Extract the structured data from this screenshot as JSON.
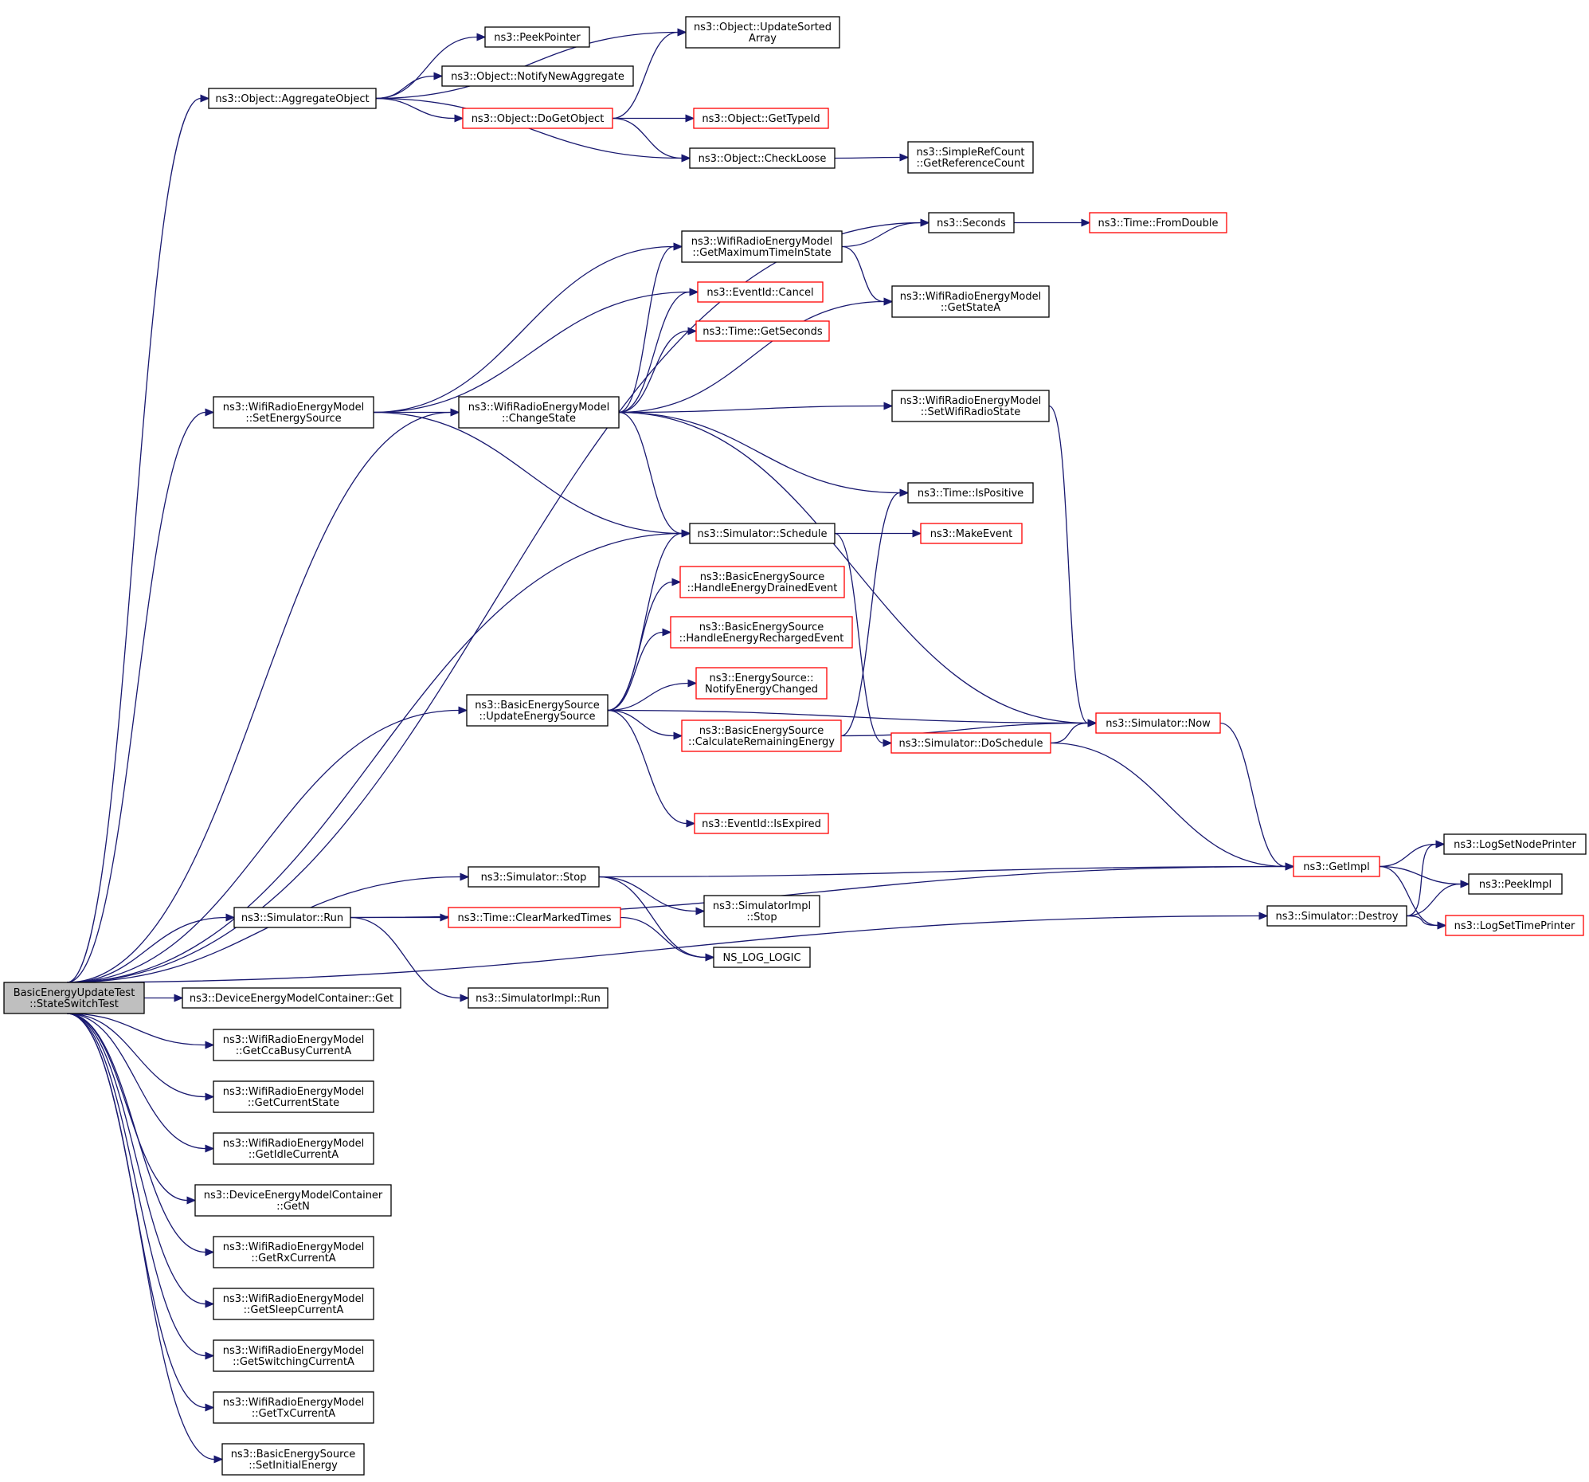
{
  "nodes": [
    {
      "id": "root",
      "lines": [
        "BasicEnergyUpdateTest",
        "::StateSwitchTest"
      ],
      "kind": "root"
    },
    {
      "id": "aggregate",
      "lines": [
        "ns3::Object::AggregateObject"
      ],
      "kind": "normal"
    },
    {
      "id": "peekptr",
      "lines": [
        "ns3::PeekPointer"
      ],
      "kind": "normal"
    },
    {
      "id": "notifyagg",
      "lines": [
        "ns3::Object::NotifyNewAggregate"
      ],
      "kind": "normal"
    },
    {
      "id": "updsorted",
      "lines": [
        "ns3::Object::UpdateSorted",
        "Array"
      ],
      "kind": "normal"
    },
    {
      "id": "dogetobj",
      "lines": [
        "ns3::Object::DoGetObject"
      ],
      "kind": "truncated"
    },
    {
      "id": "gettypeid",
      "lines": [
        "ns3::Object::GetTypeId"
      ],
      "kind": "truncated"
    },
    {
      "id": "checkloose",
      "lines": [
        "ns3::Object::CheckLoose"
      ],
      "kind": "normal"
    },
    {
      "id": "getrefcount",
      "lines": [
        "ns3::SimpleRefCount",
        "::GetReferenceCount"
      ],
      "kind": "normal"
    },
    {
      "id": "seconds",
      "lines": [
        "ns3::Seconds"
      ],
      "kind": "normal"
    },
    {
      "id": "fromdouble",
      "lines": [
        "ns3::Time::FromDouble"
      ],
      "kind": "truncated"
    },
    {
      "id": "getmaxtime",
      "lines": [
        "ns3::WifiRadioEnergyModel",
        "::GetMaximumTimeInState"
      ],
      "kind": "normal"
    },
    {
      "id": "cancel",
      "lines": [
        "ns3::EventId::Cancel"
      ],
      "kind": "truncated"
    },
    {
      "id": "getstatea",
      "lines": [
        "ns3::WifiRadioEnergyModel",
        "::GetStateA"
      ],
      "kind": "normal"
    },
    {
      "id": "getseconds",
      "lines": [
        "ns3::Time::GetSeconds"
      ],
      "kind": "truncated"
    },
    {
      "id": "setenergysrc",
      "lines": [
        "ns3::WifiRadioEnergyModel",
        "::SetEnergySource"
      ],
      "kind": "normal"
    },
    {
      "id": "changestate",
      "lines": [
        "ns3::WifiRadioEnergyModel",
        "::ChangeState"
      ],
      "kind": "normal"
    },
    {
      "id": "setwifistate",
      "lines": [
        "ns3::WifiRadioEnergyModel",
        "::SetWifiRadioState"
      ],
      "kind": "normal"
    },
    {
      "id": "ispositive",
      "lines": [
        "ns3::Time::IsPositive"
      ],
      "kind": "normal"
    },
    {
      "id": "schedule",
      "lines": [
        "ns3::Simulator::Schedule"
      ],
      "kind": "normal"
    },
    {
      "id": "makeevent",
      "lines": [
        "ns3::MakeEvent"
      ],
      "kind": "truncated"
    },
    {
      "id": "drained",
      "lines": [
        "ns3::BasicEnergySource",
        "::HandleEnergyDrainedEvent"
      ],
      "kind": "truncated"
    },
    {
      "id": "recharged",
      "lines": [
        "ns3::BasicEnergySource",
        "::HandleEnergyRechargedEvent"
      ],
      "kind": "truncated"
    },
    {
      "id": "notifychanged",
      "lines": [
        "ns3::EnergySource::",
        "NotifyEnergyChanged"
      ],
      "kind": "truncated"
    },
    {
      "id": "updatesrc",
      "lines": [
        "ns3::BasicEnergySource",
        "::UpdateEnergySource"
      ],
      "kind": "normal"
    },
    {
      "id": "calcremain",
      "lines": [
        "ns3::BasicEnergySource",
        "::CalculateRemainingEnergy"
      ],
      "kind": "truncated"
    },
    {
      "id": "now",
      "lines": [
        "ns3::Simulator::Now"
      ],
      "kind": "truncated"
    },
    {
      "id": "doschedule",
      "lines": [
        "ns3::Simulator::DoSchedule"
      ],
      "kind": "truncated"
    },
    {
      "id": "isexpired",
      "lines": [
        "ns3::EventId::IsExpired"
      ],
      "kind": "truncated"
    },
    {
      "id": "stop",
      "lines": [
        "ns3::Simulator::Stop"
      ],
      "kind": "normal"
    },
    {
      "id": "getimpl",
      "lines": [
        "ns3::GetImpl"
      ],
      "kind": "truncated"
    },
    {
      "id": "lognode",
      "lines": [
        "ns3::LogSetNodePrinter"
      ],
      "kind": "normal"
    },
    {
      "id": "peekimpl",
      "lines": [
        "ns3::PeekImpl"
      ],
      "kind": "normal"
    },
    {
      "id": "destroy",
      "lines": [
        "ns3::Simulator::Destroy"
      ],
      "kind": "normal"
    },
    {
      "id": "logtime",
      "lines": [
        "ns3::LogSetTimePrinter"
      ],
      "kind": "truncated"
    },
    {
      "id": "run",
      "lines": [
        "ns3::Simulator::Run"
      ],
      "kind": "normal"
    },
    {
      "id": "clearmarked",
      "lines": [
        "ns3::Time::ClearMarkedTimes"
      ],
      "kind": "truncated"
    },
    {
      "id": "implstop",
      "lines": [
        "ns3::SimulatorImpl",
        "::Stop"
      ],
      "kind": "normal"
    },
    {
      "id": "nslog",
      "lines": [
        "NS_LOG_LOGIC"
      ],
      "kind": "normal"
    },
    {
      "id": "implrun",
      "lines": [
        "ns3::SimulatorImpl::Run"
      ],
      "kind": "normal"
    },
    {
      "id": "devget",
      "lines": [
        "ns3::DeviceEnergyModelContainer::Get"
      ],
      "kind": "normal"
    },
    {
      "id": "getcca",
      "lines": [
        "ns3::WifiRadioEnergyModel",
        "::GetCcaBusyCurrentA"
      ],
      "kind": "normal"
    },
    {
      "id": "getcurstate",
      "lines": [
        "ns3::WifiRadioEnergyModel",
        "::GetCurrentState"
      ],
      "kind": "normal"
    },
    {
      "id": "getidle",
      "lines": [
        "ns3::WifiRadioEnergyModel",
        "::GetIdleCurrentA"
      ],
      "kind": "normal"
    },
    {
      "id": "devgetn",
      "lines": [
        "ns3::DeviceEnergyModelContainer",
        "::GetN"
      ],
      "kind": "normal"
    },
    {
      "id": "getrx",
      "lines": [
        "ns3::WifiRadioEnergyModel",
        "::GetRxCurrentA"
      ],
      "kind": "normal"
    },
    {
      "id": "getsleep",
      "lines": [
        "ns3::WifiRadioEnergyModel",
        "::GetSleepCurrentA"
      ],
      "kind": "normal"
    },
    {
      "id": "getswitch",
      "lines": [
        "ns3::WifiRadioEnergyModel",
        "::GetSwitchingCurrentA"
      ],
      "kind": "normal"
    },
    {
      "id": "gettx",
      "lines": [
        "ns3::WifiRadioEnergyModel",
        "::GetTxCurrentA"
      ],
      "kind": "normal"
    },
    {
      "id": "setinit",
      "lines": [
        "ns3::BasicEnergySource",
        "::SetInitialEnergy"
      ],
      "kind": "normal"
    }
  ],
  "edges": [
    [
      "root",
      "aggregate"
    ],
    [
      "root",
      "setenergysrc"
    ],
    [
      "root",
      "changestate"
    ],
    [
      "root",
      "seconds"
    ],
    [
      "root",
      "schedule"
    ],
    [
      "root",
      "updatesrc"
    ],
    [
      "root",
      "stop"
    ],
    [
      "root",
      "run"
    ],
    [
      "root",
      "destroy"
    ],
    [
      "root",
      "devget"
    ],
    [
      "root",
      "getcca"
    ],
    [
      "root",
      "getcurstate"
    ],
    [
      "root",
      "getidle"
    ],
    [
      "root",
      "devgetn"
    ],
    [
      "root",
      "getrx"
    ],
    [
      "root",
      "getsleep"
    ],
    [
      "root",
      "getswitch"
    ],
    [
      "root",
      "gettx"
    ],
    [
      "root",
      "setinit"
    ],
    [
      "aggregate",
      "updsorted"
    ],
    [
      "aggregate",
      "peekptr"
    ],
    [
      "aggregate",
      "notifyagg"
    ],
    [
      "aggregate",
      "dogetobj"
    ],
    [
      "aggregate",
      "checkloose"
    ],
    [
      "dogetobj",
      "updsorted"
    ],
    [
      "dogetobj",
      "gettypeid"
    ],
    [
      "dogetobj",
      "checkloose"
    ],
    [
      "checkloose",
      "getrefcount"
    ],
    [
      "seconds",
      "fromdouble"
    ],
    [
      "getmaxtime",
      "seconds"
    ],
    [
      "getmaxtime",
      "getstatea"
    ],
    [
      "setenergysrc",
      "getmaxtime"
    ],
    [
      "setenergysrc",
      "cancel"
    ],
    [
      "setenergysrc",
      "changestate"
    ],
    [
      "setenergysrc",
      "schedule"
    ],
    [
      "changestate",
      "getmaxtime"
    ],
    [
      "changestate",
      "cancel"
    ],
    [
      "changestate",
      "getseconds"
    ],
    [
      "changestate",
      "getstatea"
    ],
    [
      "changestate",
      "setwifistate"
    ],
    [
      "changestate",
      "ispositive"
    ],
    [
      "changestate",
      "schedule"
    ],
    [
      "changestate",
      "now"
    ],
    [
      "setwifistate",
      "now"
    ],
    [
      "schedule",
      "makeevent"
    ],
    [
      "schedule",
      "doschedule"
    ],
    [
      "updatesrc",
      "schedule"
    ],
    [
      "updatesrc",
      "drained"
    ],
    [
      "updatesrc",
      "recharged"
    ],
    [
      "updatesrc",
      "notifychanged"
    ],
    [
      "updatesrc",
      "calcremain"
    ],
    [
      "updatesrc",
      "now"
    ],
    [
      "updatesrc",
      "isexpired"
    ],
    [
      "calcremain",
      "ispositive"
    ],
    [
      "calcremain",
      "now"
    ],
    [
      "doschedule",
      "now"
    ],
    [
      "doschedule",
      "getimpl"
    ],
    [
      "now",
      "getimpl"
    ],
    [
      "stop",
      "getimpl"
    ],
    [
      "stop",
      "implstop"
    ],
    [
      "stop",
      "nslog"
    ],
    [
      "getimpl",
      "lognode"
    ],
    [
      "getimpl",
      "peekimpl"
    ],
    [
      "getimpl",
      "logtime"
    ],
    [
      "destroy",
      "lognode"
    ],
    [
      "destroy",
      "peekimpl"
    ],
    [
      "destroy",
      "logtime"
    ],
    [
      "run",
      "clearmarked"
    ],
    [
      "run",
      "implrun"
    ],
    [
      "run",
      "getimpl"
    ],
    [
      "clearmarked",
      "nslog"
    ]
  ]
}
